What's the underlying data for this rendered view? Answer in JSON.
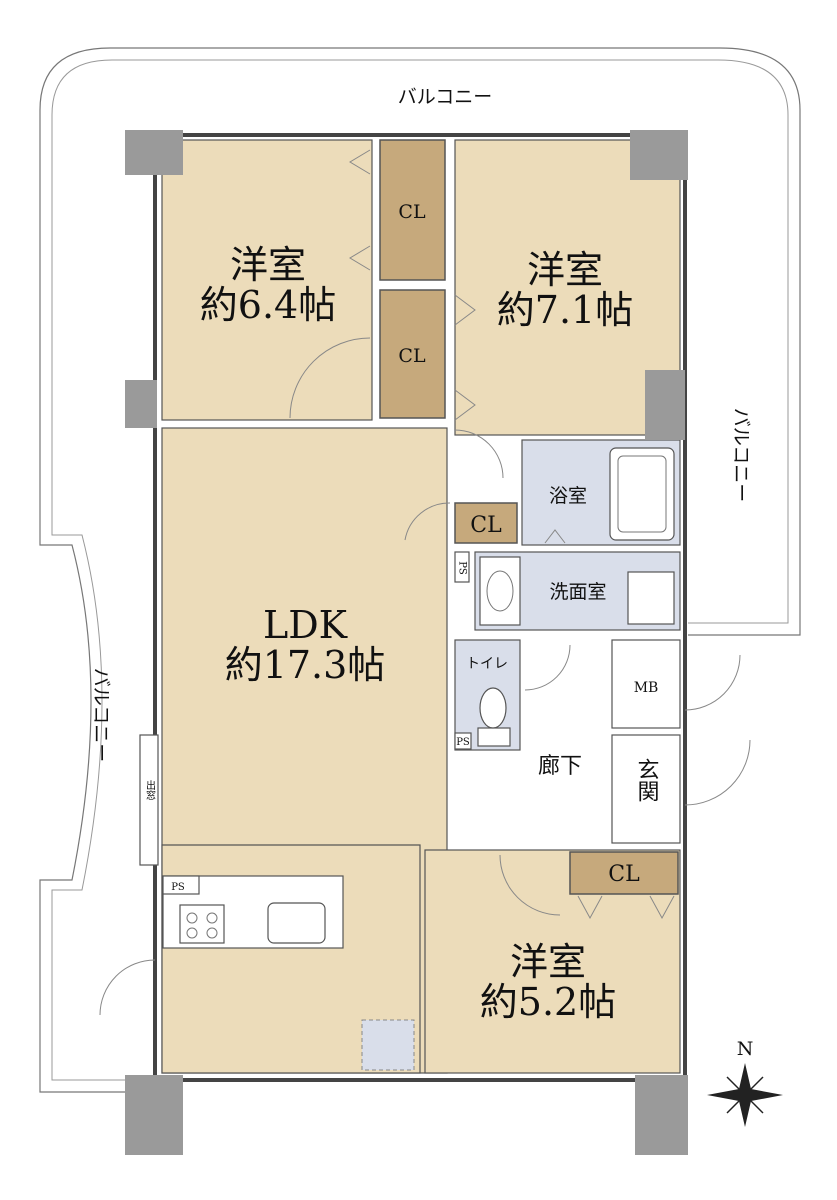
{
  "balcony": {
    "top": "バルコニー",
    "right": "バルコニー",
    "left": "バルコニー"
  },
  "rooms": {
    "western_nw": {
      "name": "洋室",
      "size": "約6.4帖"
    },
    "western_ne": {
      "name": "洋室",
      "size": "約7.1帖"
    },
    "western_s": {
      "name": "洋室",
      "size": "約5.2帖"
    },
    "ldk": {
      "name": "LDK",
      "size": "約17.3帖"
    },
    "bath": "浴室",
    "washroom": "洗面室",
    "toilet": "トイレ",
    "corridor": "廊下",
    "entrance": "玄関",
    "meter_box": "MB",
    "bay_window": "出窓"
  },
  "closets": {
    "cl1": "CL",
    "cl2": "CL",
    "cl3": "CL",
    "cl4": "CL"
  },
  "pipe_space": {
    "ps1": "PS",
    "ps2": "PS",
    "ps3": "PS"
  },
  "compass": {
    "north": "N"
  },
  "colors": {
    "room_fill": "#ecdcba",
    "closet_fill": "#c6a97c",
    "wet_area_fill": "#d9deea",
    "wall": "#9a9a9a"
  }
}
